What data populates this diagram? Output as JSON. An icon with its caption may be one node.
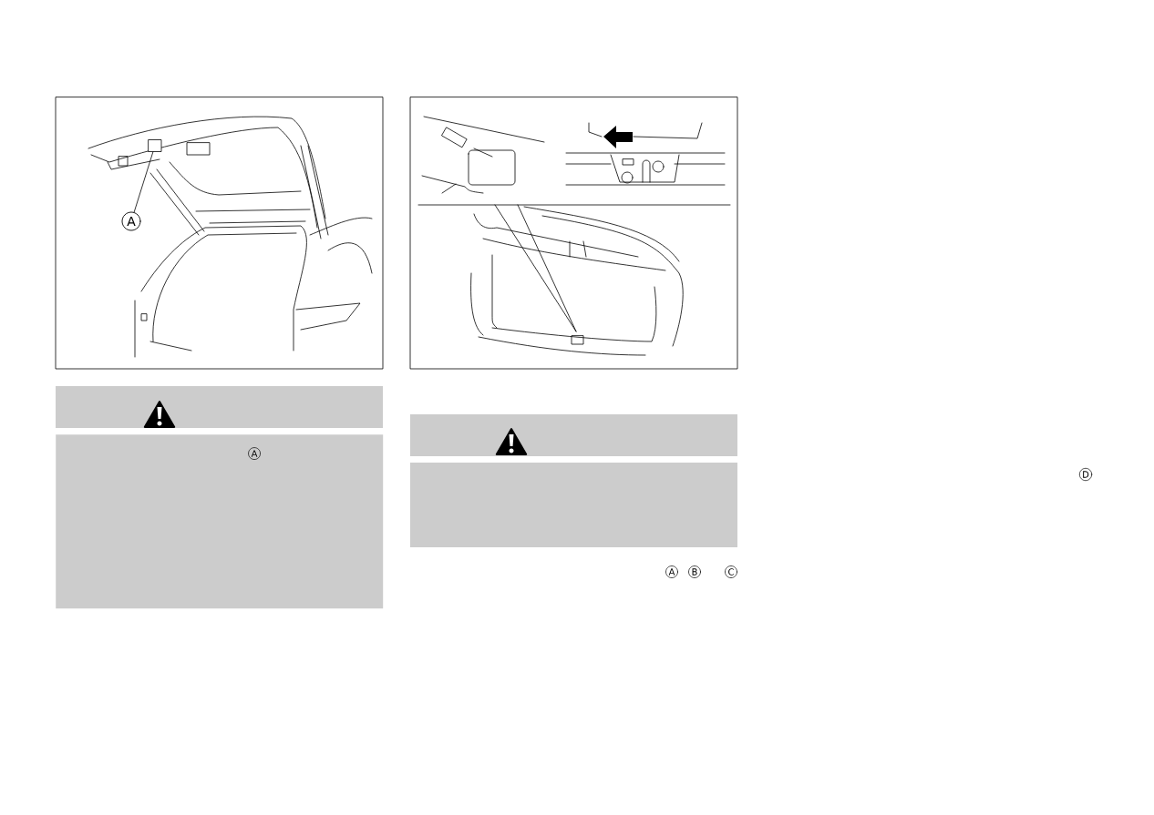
{
  "diagram": {
    "nodes": [
      {
        "text": [
          "A"
        ]
      },
      {
        "text": [
          "A"
        ]
      },
      {
        "text": [],
        "shape": "box"
      }
    ],
    "edges": [
      {
        "from": 0,
        "to": 2,
        "arrow": "none"
      }
    ],
    "labels": [
      "A",
      "B",
      "C",
      "D"
    ]
  }
}
